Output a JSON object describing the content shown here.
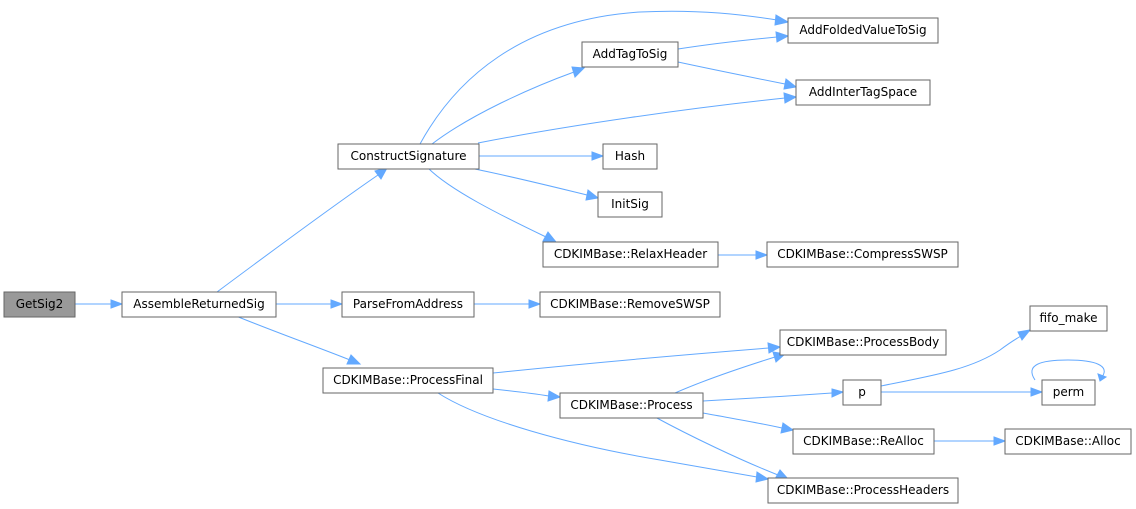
{
  "nodes": {
    "getsig2": "GetSig2",
    "assemble": "AssembleReturnedSig",
    "construct": "ConstructSignature",
    "parse": "ParseFromAddress",
    "processfinal": "CDKIMBase::ProcessFinal",
    "addtag": "AddTagToSig",
    "addfolded": "AddFoldedValueToSig",
    "addinter": "AddInterTagSpace",
    "hash": "Hash",
    "initsig": "InitSig",
    "relax": "CDKIMBase::RelaxHeader",
    "compress": "CDKIMBase::CompressSWSP",
    "removeswsp": "CDKIMBase::RemoveSWSP",
    "processbody": "CDKIMBase::ProcessBody",
    "process": "CDKIMBase::Process",
    "p": "p",
    "fifo": "fifo_make",
    "perm": "perm",
    "realloc": "CDKIMBase::ReAlloc",
    "alloc": "CDKIMBase::Alloc",
    "processheaders": "CDKIMBase::ProcessHeaders"
  },
  "colors": {
    "edge": "#63a9ff",
    "current_node_fill": "#999999",
    "node_border": "#666666"
  }
}
